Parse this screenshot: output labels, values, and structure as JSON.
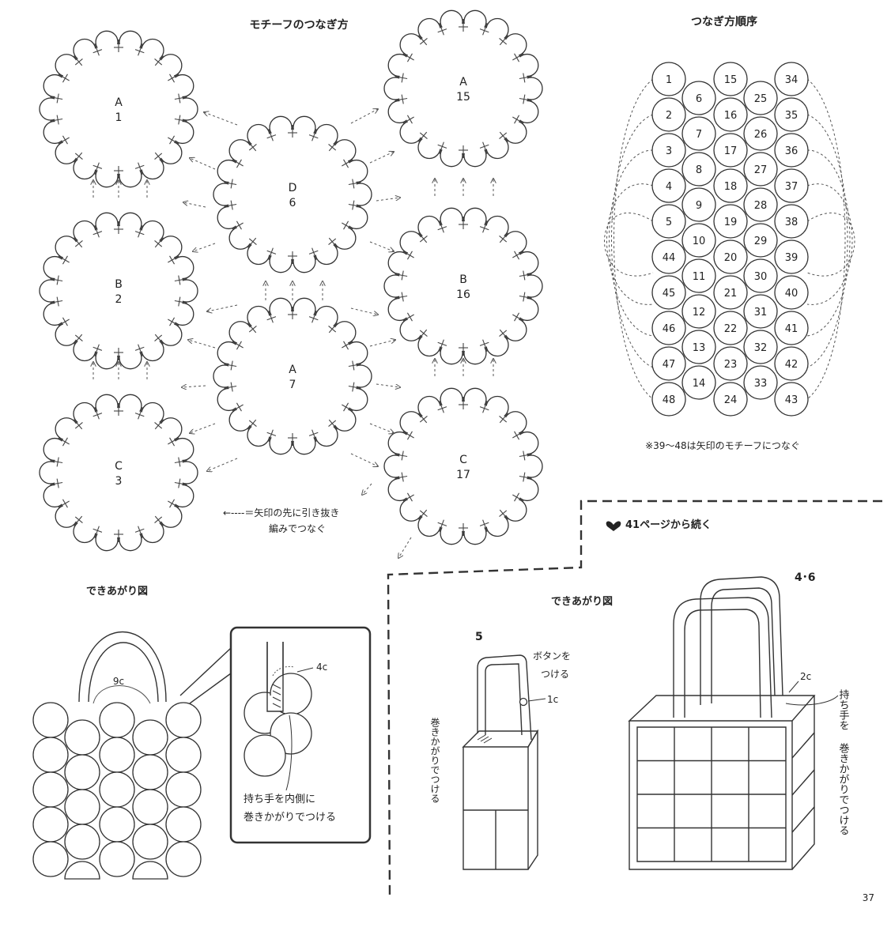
{
  "left_section": {
    "title": "モチーフのつなぎ方",
    "motifs": [
      {
        "letter": "A",
        "num": "1"
      },
      {
        "letter": "B",
        "num": "2"
      },
      {
        "letter": "C",
        "num": "3"
      },
      {
        "letter": "D",
        "num": "6"
      },
      {
        "letter": "A",
        "num": "7"
      },
      {
        "letter": "A",
        "num": "15"
      },
      {
        "letter": "B",
        "num": "16"
      },
      {
        "letter": "C",
        "num": "17"
      }
    ],
    "legend_line1": "←----＝矢印の先に引き抜き",
    "legend_line2": "編みでつなぐ"
  },
  "order_section": {
    "title": "つなぎ方順序",
    "numbers": [
      "1",
      "2",
      "3",
      "4",
      "5",
      "44",
      "45",
      "46",
      "47",
      "48",
      "6",
      "7",
      "8",
      "9",
      "10",
      "11",
      "12",
      "13",
      "14",
      "15",
      "16",
      "17",
      "18",
      "19",
      "20",
      "21",
      "22",
      "23",
      "24",
      "25",
      "26",
      "27",
      "28",
      "29",
      "30",
      "31",
      "32",
      "33",
      "34",
      "35",
      "36",
      "37",
      "38",
      "39",
      "40",
      "41",
      "42",
      "43"
    ],
    "note": "※39〜48は矢印のモチーフにつなぐ"
  },
  "continued": {
    "label": "41ページから続く"
  },
  "finished_left": {
    "title": "できあがり図",
    "label_9c": "9c",
    "label_4c": "4c",
    "inset_text1": "持ち手を内側に",
    "inset_text2": "巻きかがりでつける"
  },
  "finished_right": {
    "title": "できあがり図",
    "size_5": "5",
    "size_46": "4･6",
    "button_text1": "ボタンを",
    "button_text2": "つける",
    "label_1c": "1c",
    "wrap_vertical": "巻きかがりでつける",
    "label_2c": "2c",
    "handle_vertical1": "持ち手を",
    "handle_vertical2": "巻きかがりでつける"
  },
  "page_number": "37"
}
